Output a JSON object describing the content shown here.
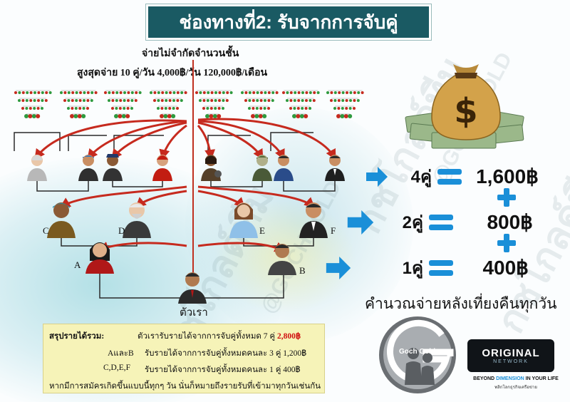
{
  "title": "ช่องทางที่2: รับจากการจับคู่",
  "header": {
    "line1": "จ่ายไม่จำกัดจำนวนชั้น",
    "line2": "สูงสุดจ่าย 10 คู่/วัน   4,000฿/วัน   120,000฿/เดือน"
  },
  "tree": {
    "labels": {
      "c": "C",
      "d": "D",
      "e": "E",
      "f": "F",
      "a": "A",
      "b": "B",
      "self": "ตัวเรา"
    },
    "colors": {
      "line": "#2a2a2a",
      "arrow": "#c62a1e",
      "trunk": "#c03020"
    }
  },
  "payouts": [
    {
      "pairs": "4คู่",
      "amount": "1,600฿"
    },
    {
      "pairs": "2คู่",
      "amount": "800฿"
    },
    {
      "pairs": "1คู่",
      "amount": "400฿"
    }
  ],
  "calc_note": "คำนวณจ่ายหลังเที่ยงคืนทุกวัน",
  "summary": {
    "heading": "สรุปรายได้รวม:",
    "row1_text": "ตัวเรารับรายได้จากการจับคู่ทั้งหมด 7 คู่",
    "row1_amount": "2,800฿",
    "row2_who": "AและB",
    "row2_text": "รับรายได้จากการจับคู่ทั้งหมดคนละ 3 คู่  1,200฿",
    "row3_who": "C,D,E,F",
    "row3_text": "รับรายได้จากการจับคู่ทั้งหมดคนละ 1 คู่     400฿",
    "row4_text": "หากมีการสมัครเกิดขึ้นแบบนี้ทุกๆ วัน นั่นก็หมายถึงรายรับที่เข้ามาทุกวันเช่นกัน"
  },
  "logos": {
    "goch": "Goch Gold",
    "original_name": "ORIGINAL",
    "original_sub": "NETWORK",
    "tagline_a": "BEYOND ",
    "tagline_hl": "DIMENSION",
    "tagline_b": " IN YOUR LIFE",
    "tagline_sub": "พลิกโลกธุรกิจเครือข่าย"
  },
  "watermarks": [
    "กชโกลด์ทีม",
    "@GOCHGOLD"
  ],
  "colors": {
    "banner": "#1a5a63",
    "accent_blue": "#1a8fd8",
    "summary_bg": "#f6f3b8",
    "red": "#d01010"
  }
}
